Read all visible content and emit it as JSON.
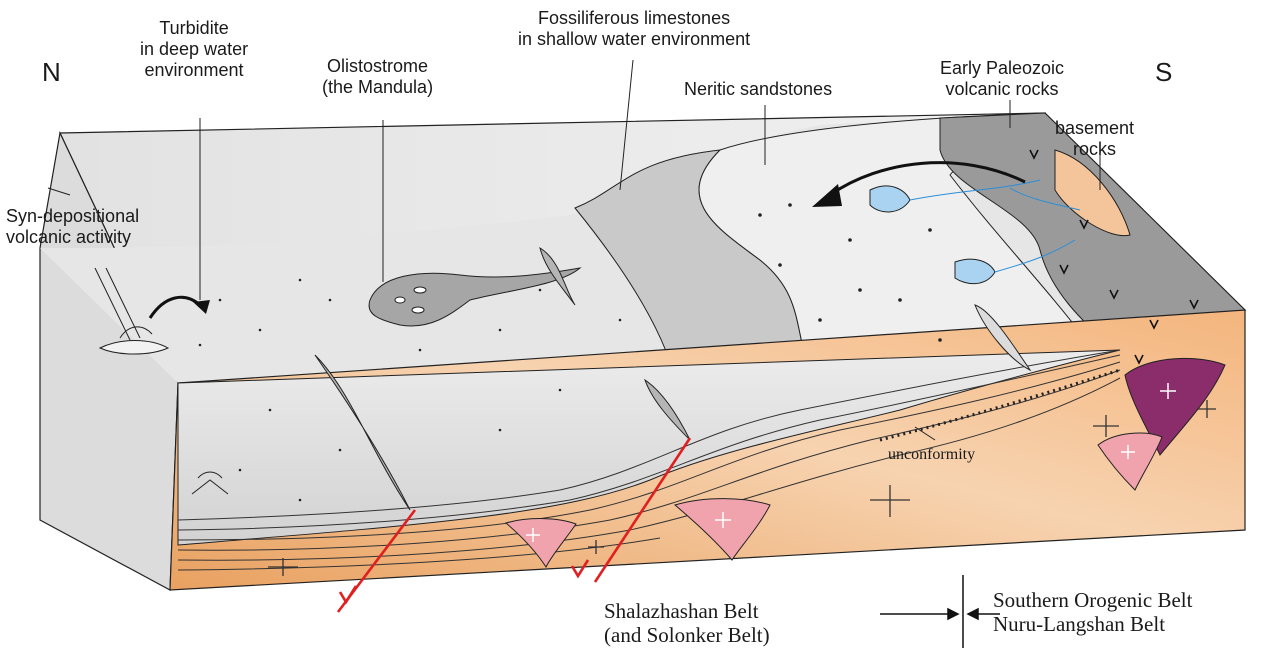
{
  "labels": {
    "north": "N",
    "south": "S",
    "turbidite": [
      "Turbidite",
      "in deep water",
      "environment"
    ],
    "olistostrome": [
      "Olistostrome",
      "(the Mandula)"
    ],
    "limestones": [
      "Fossiliferous limestones",
      "in shallow water environment"
    ],
    "neritic": "Neritic sandstones",
    "paleozoic": [
      "Early Paleozoic",
      "volcanic rocks"
    ],
    "basement": [
      "basement",
      "rocks"
    ],
    "syn_volcanic": [
      "Syn-depositional",
      "volcanic activity"
    ],
    "unconformity": "unconformity",
    "belt_left": [
      "Shalazhashan Belt",
      "(and Solonker Belt)"
    ],
    "belt_right": [
      "Southern Orogenic Belt",
      "Nuru-Langshan Belt"
    ]
  },
  "colors": {
    "slope_gray": "#c9c9c9",
    "volcanic_gray": "#9a9a9a",
    "basement_orange": "#f4c59a",
    "granite_pink": "#f1a3ad",
    "granite_purple": "#8b2d6b",
    "fault_red": "#e02020",
    "fan_blue": "#a9d3f0"
  }
}
